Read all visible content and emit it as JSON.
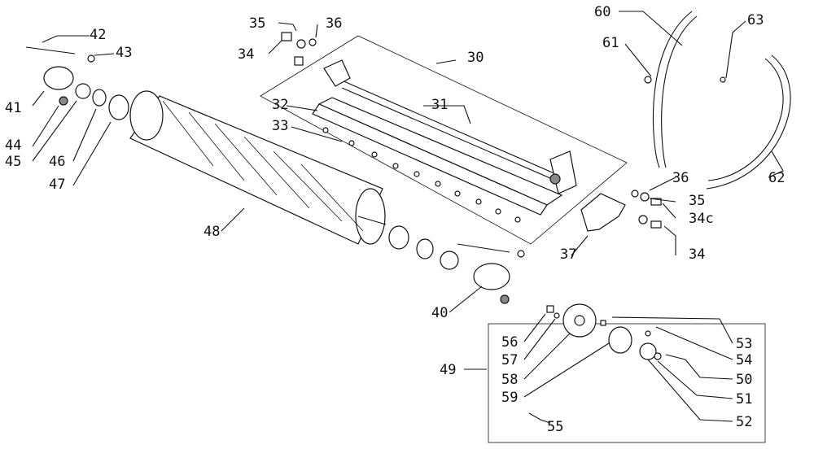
{
  "callouts": [
    {
      "id": "c30",
      "text": "30"
    },
    {
      "id": "c31",
      "text": "31"
    },
    {
      "id": "c32",
      "text": "32"
    },
    {
      "id": "c33",
      "text": "33"
    },
    {
      "id": "c34a",
      "text": "34"
    },
    {
      "id": "c35a",
      "text": "35"
    },
    {
      "id": "c36a",
      "text": "36"
    },
    {
      "id": "c34b",
      "text": "34"
    },
    {
      "id": "c34c",
      "text": "34c"
    },
    {
      "id": "c35b",
      "text": "35"
    },
    {
      "id": "c36b",
      "text": "36"
    },
    {
      "id": "c37",
      "text": "37"
    },
    {
      "id": "c40",
      "text": "40"
    },
    {
      "id": "c41",
      "text": "41"
    },
    {
      "id": "c42",
      "text": "42"
    },
    {
      "id": "c43",
      "text": "43"
    },
    {
      "id": "c44",
      "text": "44"
    },
    {
      "id": "c45",
      "text": "45"
    },
    {
      "id": "c46",
      "text": "46"
    },
    {
      "id": "c47",
      "text": "47"
    },
    {
      "id": "c48",
      "text": "48"
    },
    {
      "id": "c49",
      "text": "49"
    },
    {
      "id": "c50",
      "text": "50"
    },
    {
      "id": "c51",
      "text": "51"
    },
    {
      "id": "c52",
      "text": "52"
    },
    {
      "id": "c53",
      "text": "53"
    },
    {
      "id": "c54",
      "text": "54"
    },
    {
      "id": "c55",
      "text": "55"
    },
    {
      "id": "c56",
      "text": "56"
    },
    {
      "id": "c57",
      "text": "57"
    },
    {
      "id": "c58",
      "text": "58"
    },
    {
      "id": "c59",
      "text": "59"
    },
    {
      "id": "c60",
      "text": "60"
    },
    {
      "id": "c61",
      "text": "61"
    },
    {
      "id": "c62",
      "text": "62"
    },
    {
      "id": "c63",
      "text": "63"
    }
  ]
}
